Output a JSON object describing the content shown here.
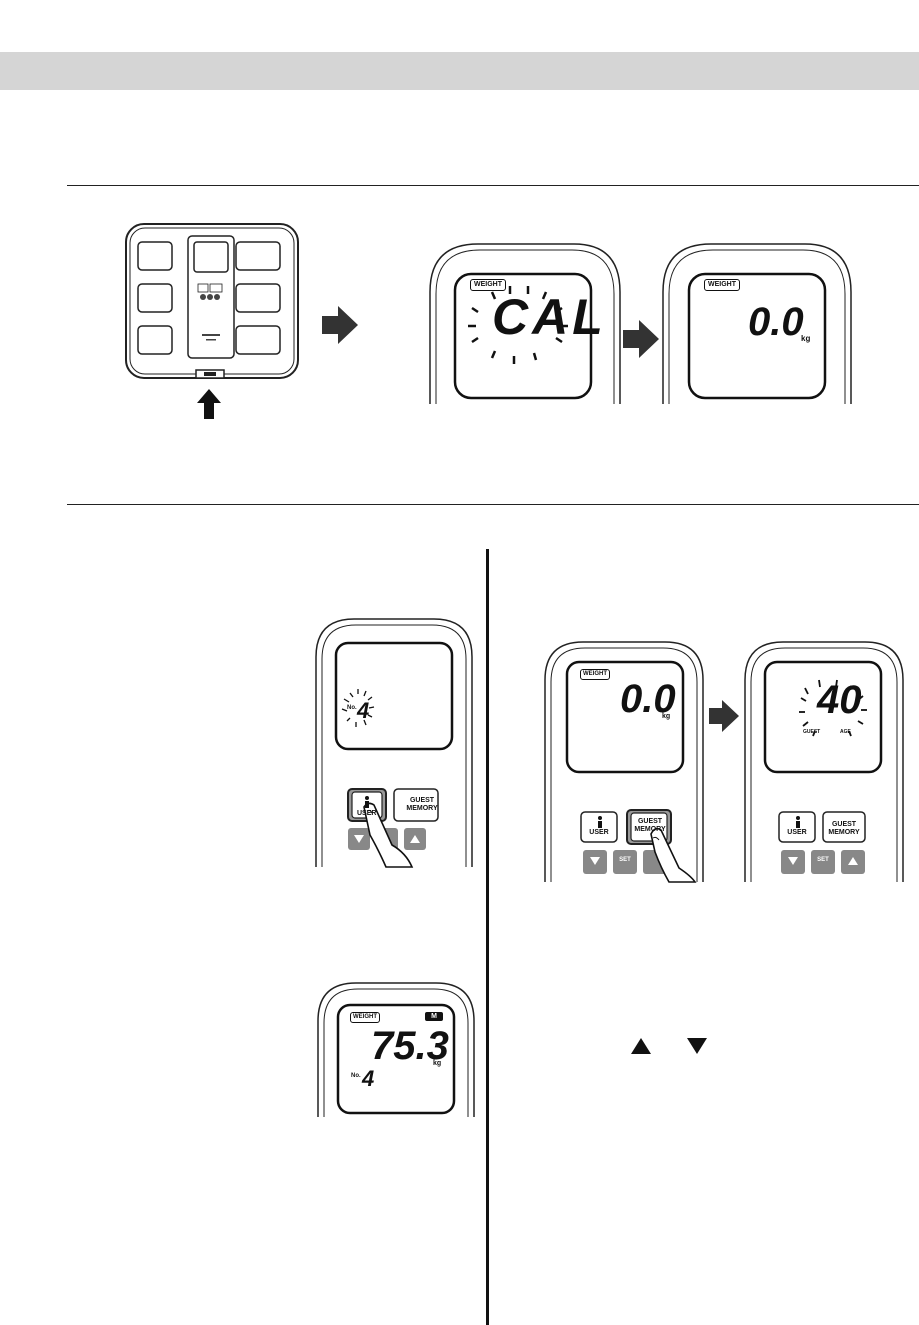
{
  "step1": {
    "display_cal": "CAL",
    "weight_label": "WEIGHT",
    "display_zero": "0.0",
    "unit": "kg"
  },
  "user_panel": {
    "no_label": "No.",
    "user_number": "4",
    "user_button": "USER",
    "guest_button_line1": "GUEST",
    "guest_button_line2": "MEMORY"
  },
  "weight_panel": {
    "weight_label": "WEIGHT",
    "memory_badge": "M",
    "value": "75.3",
    "unit": "kg",
    "no_label": "No.",
    "user_number": "4"
  },
  "guest_panel": {
    "weight_label": "WEIGHT",
    "value": "0.0",
    "unit": "kg",
    "user_button": "USER",
    "guest_button_line1": "GUEST",
    "guest_button_line2": "MEMORY",
    "set_button": "SET"
  },
  "age_panel": {
    "age_value": "40",
    "guest_label": "GUEST",
    "age_label": "AGE",
    "user_button": "USER",
    "guest_button_line1": "GUEST",
    "guest_button_line2": "MEMORY",
    "set_button": "SET"
  },
  "icons": [
    "arrow-right-icon",
    "arrow-up-icon",
    "up-triangle-icon",
    "down-triangle-icon",
    "finger-press-icon",
    "user-person-icon"
  ]
}
